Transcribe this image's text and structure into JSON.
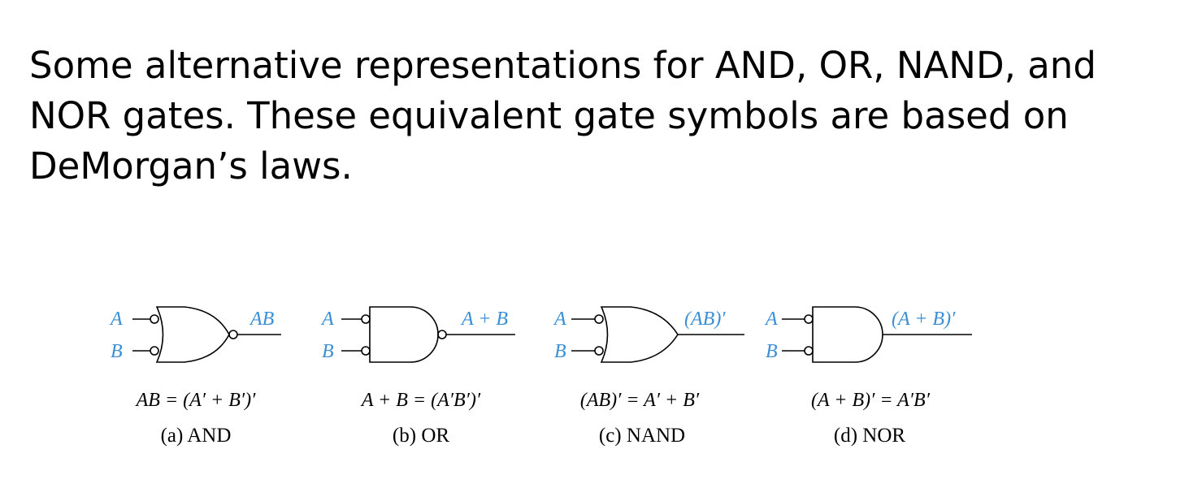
{
  "title_lines": [
    "Some alternative representations for AND, OR, NAND, and",
    "NOR gates. These equivalent gate symbols are based on",
    "DeMorgan’s laws."
  ],
  "colors": {
    "label": "#3a8fd6",
    "line": "#000000"
  },
  "gates": [
    {
      "input_a": "A",
      "input_b": "B",
      "output": "AB",
      "equation": "AB = (A′ + B′)′",
      "caption": "(a) AND"
    },
    {
      "input_a": "A",
      "input_b": "B",
      "output": "A + B",
      "equation": "A + B = (A′B′)′",
      "caption": "(b) OR"
    },
    {
      "input_a": "A",
      "input_b": "B",
      "output": "(AB)′",
      "equation": "(AB)′ = A′ + B′",
      "caption": "(c) NAND"
    },
    {
      "input_a": "A",
      "input_b": "B",
      "output": "(A + B)′",
      "equation": "(A + B)′ = A′B′",
      "caption": "(d) NOR"
    }
  ]
}
